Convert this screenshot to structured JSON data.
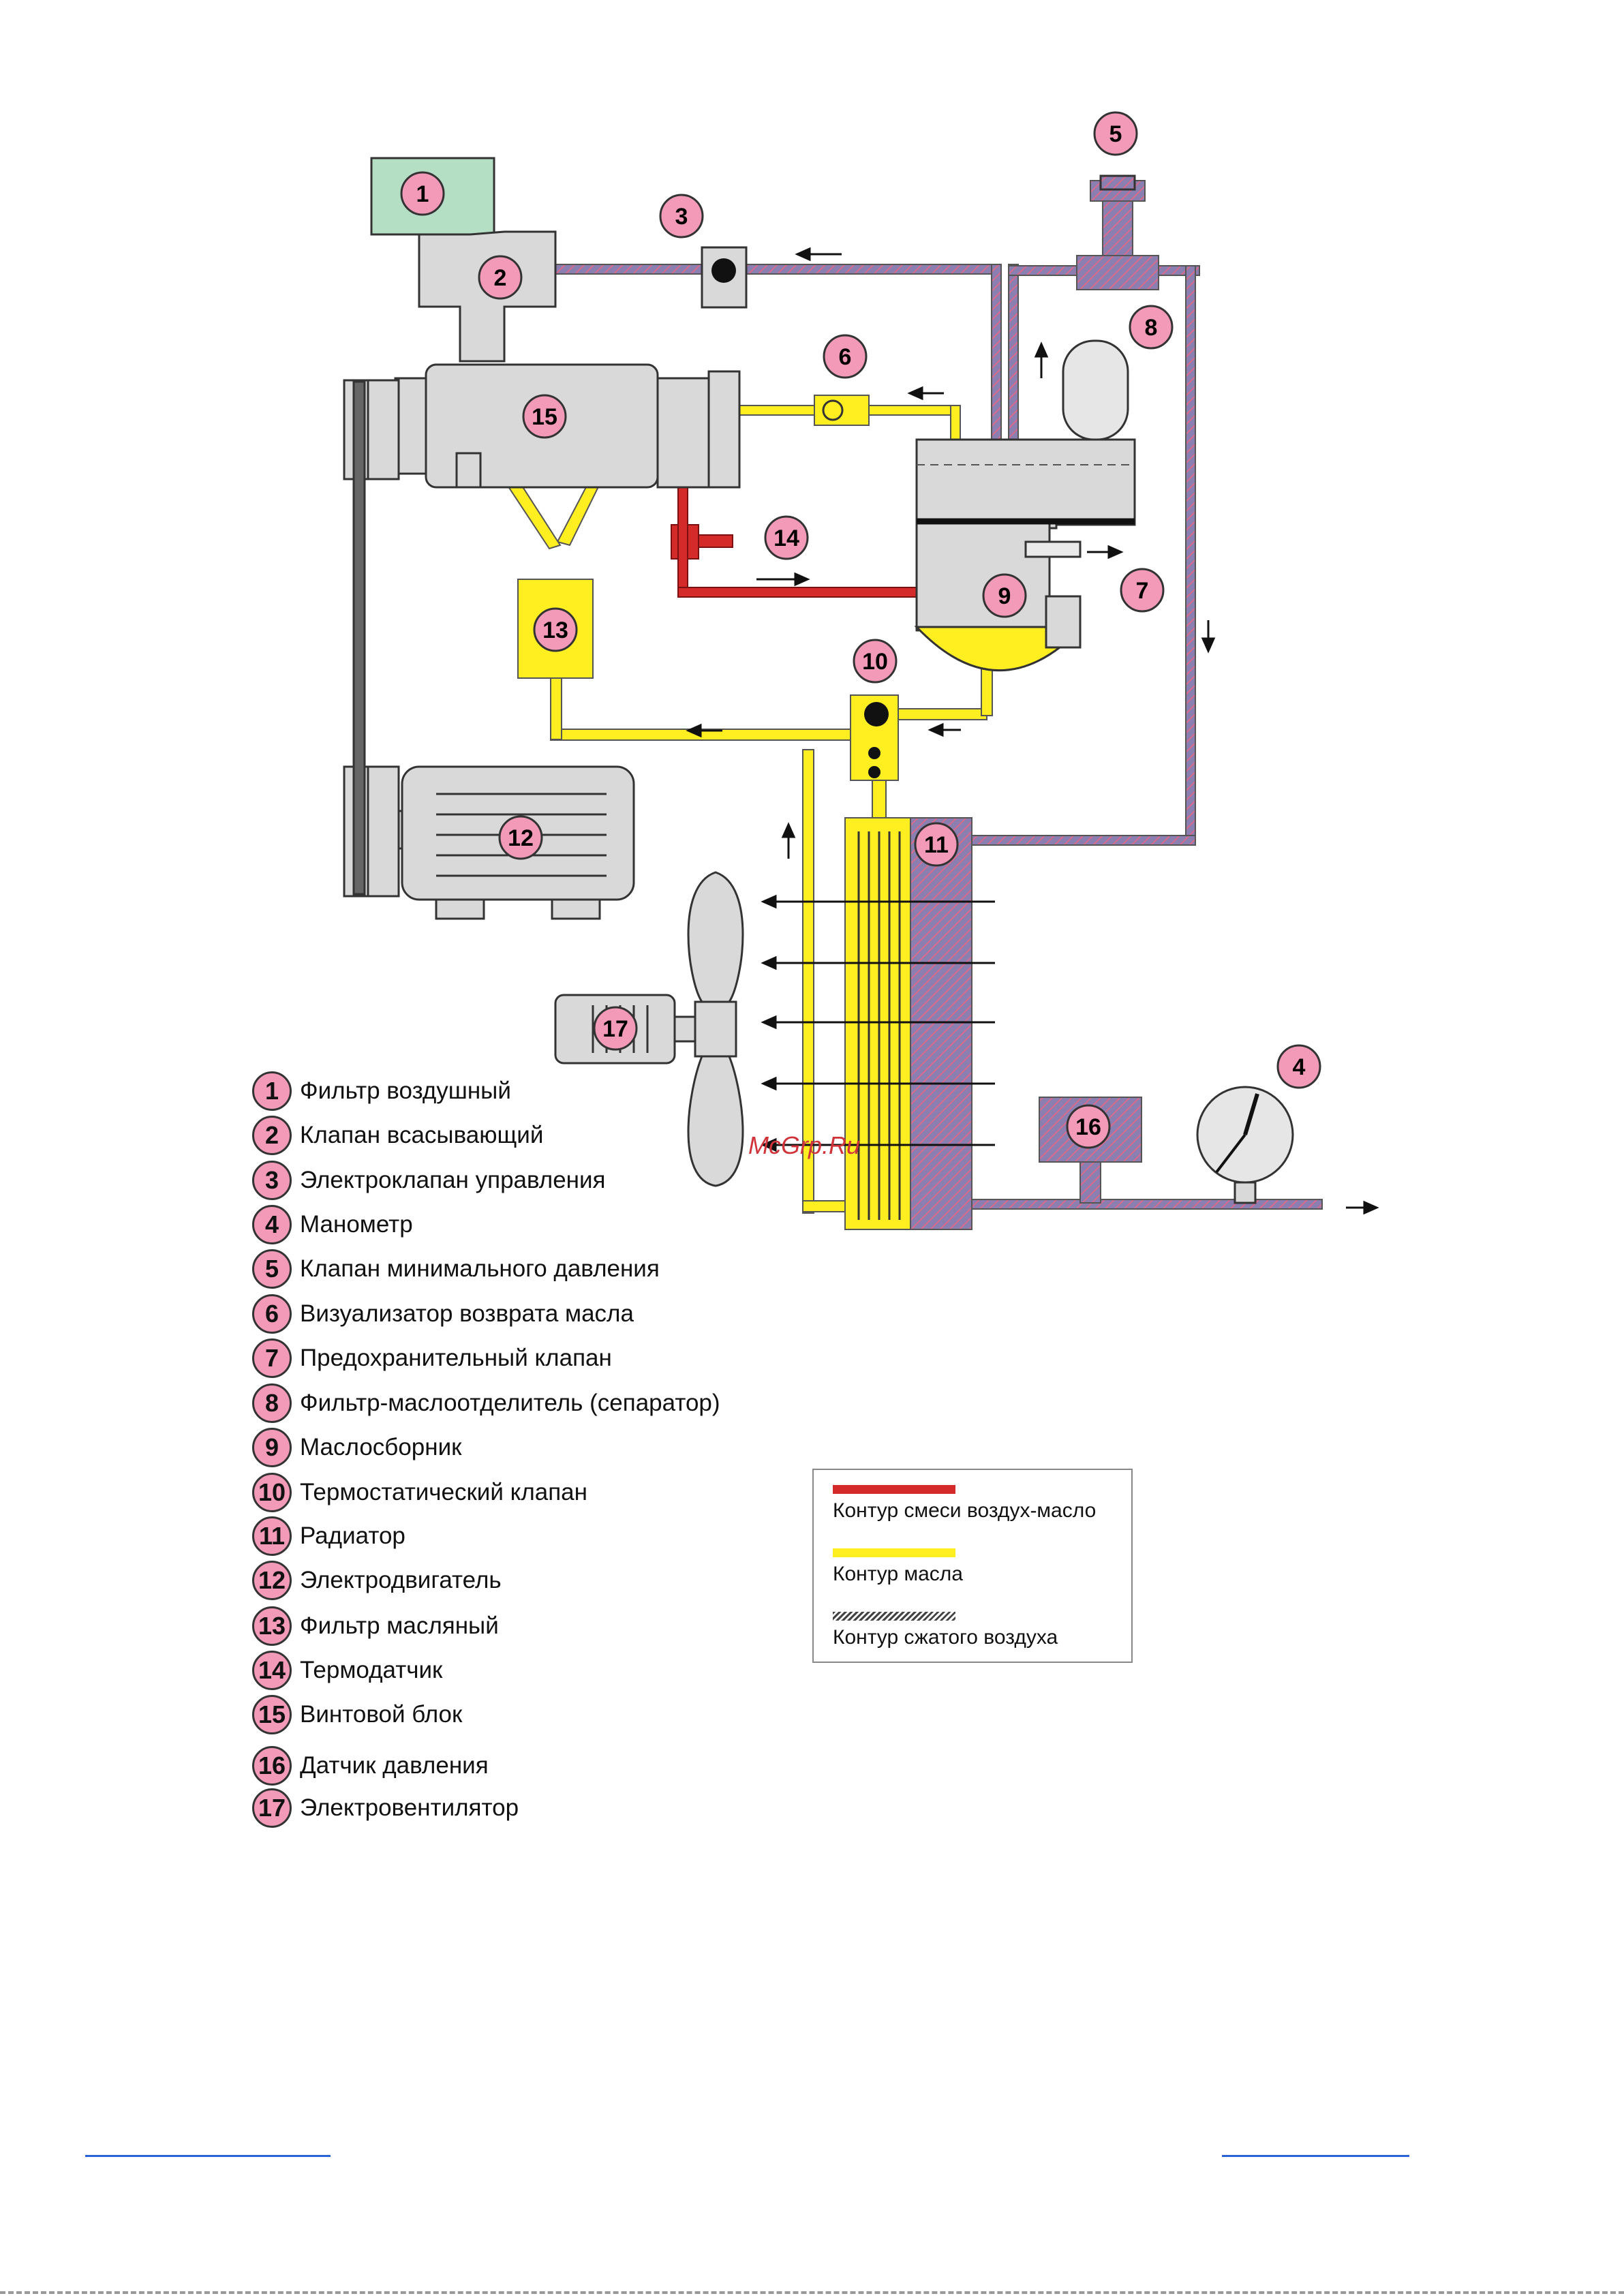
{
  "colors": {
    "air_oil_mix": "#d42a2a",
    "oil": "#ffef21",
    "compressed_air": "#8a7fb0",
    "component_gray": "#d9d9d9",
    "filter_green": "#b5dfc5",
    "badge_pink": "#f29ab8"
  },
  "diagram_labels": [
    "1",
    "2",
    "3",
    "4",
    "5",
    "6",
    "7",
    "8",
    "9",
    "10",
    "11",
    "12",
    "13",
    "14",
    "15",
    "16",
    "17"
  ],
  "legend": [
    {
      "num": "1",
      "label": "Фильтр  воздушный"
    },
    {
      "num": "2",
      "label": "Клапан всасывающий"
    },
    {
      "num": "3",
      "label": "Электроклапан управления"
    },
    {
      "num": "4",
      "label": "Манометр"
    },
    {
      "num": "5",
      "label": "Клапан минимального  давления"
    },
    {
      "num": "6",
      "label": "Визуализатор возврата масла"
    },
    {
      "num": "7",
      "label": "Предохранительный клапан"
    },
    {
      "num": "8",
      "label": "Фильтр-маслоотделитель (сепаратор)"
    },
    {
      "num": "9",
      "label": "Маслосборник"
    },
    {
      "num": "10",
      "label": "Термостатический клапан"
    },
    {
      "num": "11",
      "label": "Радиатор"
    },
    {
      "num": "12",
      "label": "Электродвигатель"
    },
    {
      "num": "13",
      "label": "Фильтр масляный"
    },
    {
      "num": "14",
      "label": "Термодатчик"
    },
    {
      "num": "15",
      "label": "Винтовой блок"
    },
    {
      "num": "16",
      "label": "Датчик давления"
    },
    {
      "num": "17",
      "label": "Электровентилятор"
    }
  ],
  "circuit_key": [
    {
      "label": "Контур смеси воздух-масло",
      "color": "#d42a2a",
      "pattern": "solid"
    },
    {
      "label": "Контур масла",
      "color": "#ffef21",
      "pattern": "solid"
    },
    {
      "label": "Контур сжатого воздуха",
      "color": "#555555",
      "pattern": "hatched"
    }
  ],
  "watermark": "McGrp.Ru"
}
